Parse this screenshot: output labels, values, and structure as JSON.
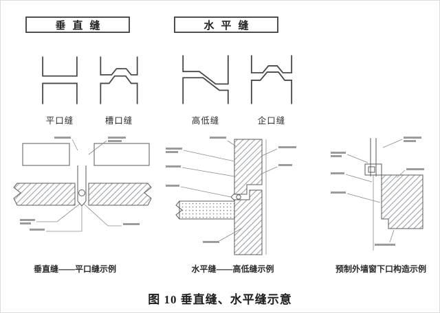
{
  "figure": {
    "header_left": "垂直缝",
    "header_right": "水平缝",
    "seam_labels": [
      "平口缝",
      "槽口缝",
      "高低缝",
      "企口缝"
    ],
    "detail_captions": [
      "垂直缝——平口缝示例",
      "水平缝——高低缝示例",
      "预制外墙窗下口构造示例"
    ],
    "caption": "图 10  垂直缝、水平缝示意"
  }
}
